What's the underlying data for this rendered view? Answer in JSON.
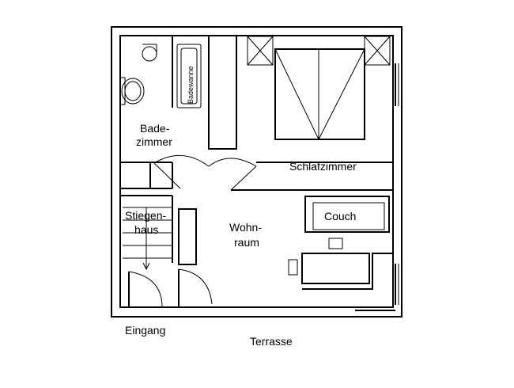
{
  "labels": {
    "bathroom_line1": "Bade-",
    "bathroom_line2": "zimmer",
    "bathtub": "Badewanne",
    "bedroom": "Schlafzimmer",
    "couch": "Couch",
    "stairwell_line1": "Stiegen-",
    "stairwell_line2": "haus",
    "living_line1": "Wohn-",
    "living_line2": "raum",
    "entrance": "Eingang",
    "terrace": "Terrasse"
  }
}
